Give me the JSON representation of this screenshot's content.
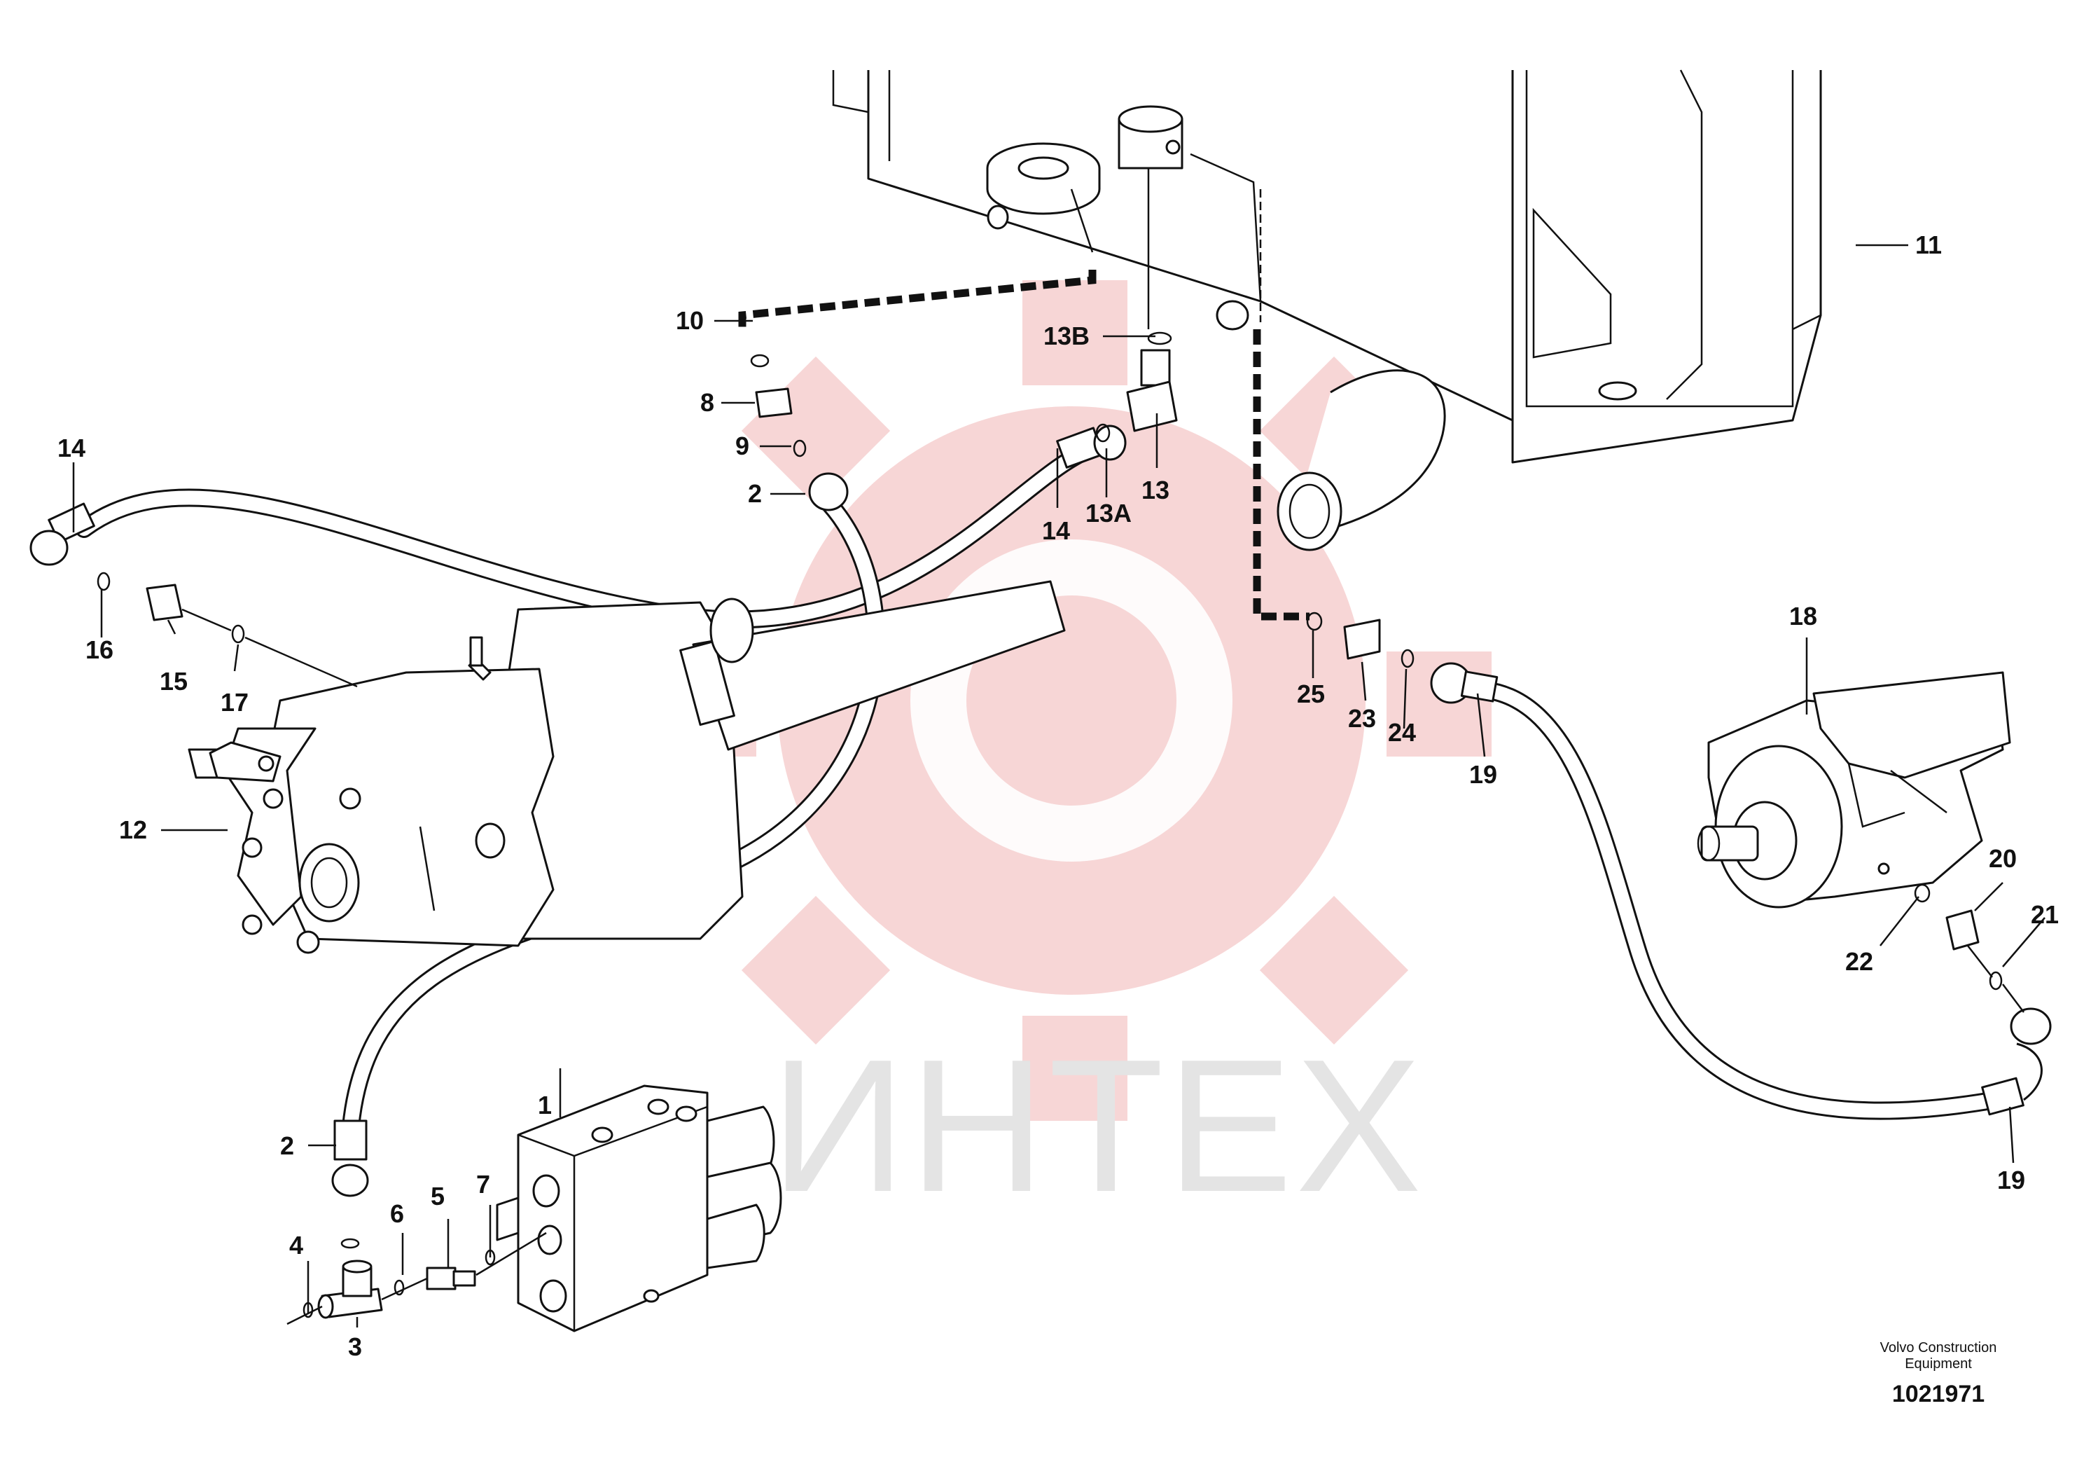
{
  "diagram": {
    "watermark": {
      "text": "ИНТЕХ"
    },
    "credit": {
      "line1": "Volvo Construction",
      "line2": "Equipment",
      "number": "1021971"
    },
    "labels": {
      "l1": "1",
      "l2a": "2",
      "l2b": "2",
      "l3": "3",
      "l4": "4",
      "l5": "5",
      "l6": "6",
      "l7": "7",
      "l8": "8",
      "l9": "9",
      "l10": "10",
      "l11": "11",
      "l12": "12",
      "l13": "13",
      "l13a": "13A",
      "l13b": "13B",
      "l14a": "14",
      "l14b": "14",
      "l15": "15",
      "l16": "16",
      "l17": "17",
      "l18": "18",
      "l19a": "19",
      "l19b": "19",
      "l20": "20",
      "l21": "21",
      "l22": "22",
      "l23": "23",
      "l24": "24",
      "l25": "25"
    }
  }
}
